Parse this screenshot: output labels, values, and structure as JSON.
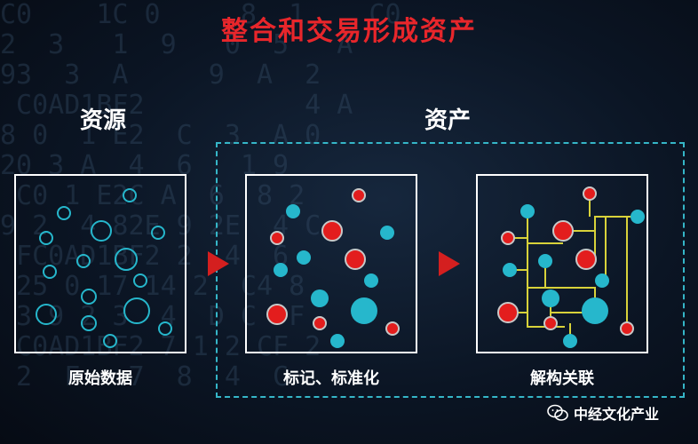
{
  "title": "整合和交易形成资产",
  "labels": {
    "source": "资源",
    "asset": "资产"
  },
  "panels": [
    {
      "caption": "原始数据"
    },
    {
      "caption": "标记、标准化"
    },
    {
      "caption": "解构关联"
    }
  ],
  "watermark": {
    "icon": "wechat-icon",
    "text": "中经文化产业"
  },
  "background_code": "C0    1C 0     8  1    C0\n2  3   1  9   0  5   A\n93  3  A     9  A  2\n C0AD1BF2          4 A\n8 0  1 E2  C  3  A 0\n20 3 A  4  6   1 9  \n C0 1 E2C A  6  8 2 \n9 2  4 82E 9 2E  4 C\n FC0AD1BF2 2  4  6  \n 25 0 17 14 2  C4 8 \n 3 9 2 3  4  D C  F \n C0AD1BF2 7 1 2 CF 2\n 2  F   7  8  4  C ",
  "colors": {
    "title": "#e8262b",
    "cyan": "#26b7cc",
    "red": "#e31d1d",
    "wire": "#d8d23a",
    "dash": "#35b6c8"
  }
}
